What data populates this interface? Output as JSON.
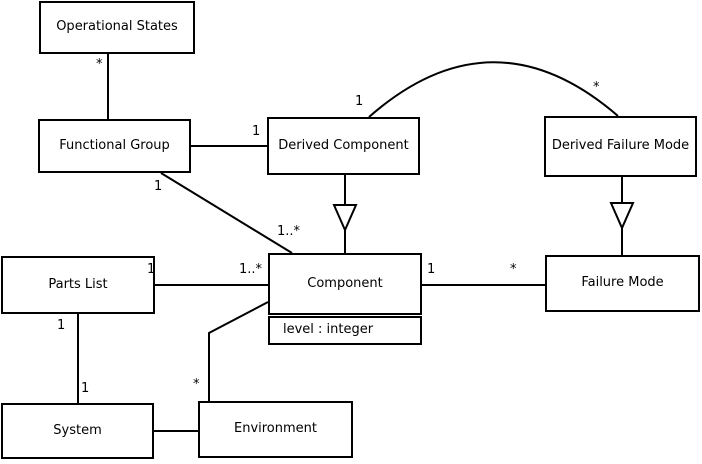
{
  "diagram": {
    "kind": "uml-class-diagram",
    "colors": {
      "line": "#000000",
      "background": "#ffffff",
      "box_fill": "#ffffff",
      "text": "#000000"
    },
    "nodes": [
      {
        "id": "operational-states",
        "label": "Operational States"
      },
      {
        "id": "functional-group",
        "label": "Functional Group"
      },
      {
        "id": "derived-component",
        "label": "Derived Component"
      },
      {
        "id": "derived-failure-mode",
        "label": "Derived Failure Mode"
      },
      {
        "id": "parts-list",
        "label": "Parts List"
      },
      {
        "id": "component",
        "label": "Component",
        "attributes": [
          "level : integer"
        ]
      },
      {
        "id": "failure-mode",
        "label": "Failure Mode"
      },
      {
        "id": "system",
        "label": "System"
      },
      {
        "id": "environment",
        "label": "Environment"
      }
    ],
    "edges": [
      {
        "from": "Operational States",
        "to": "Functional Group",
        "source_label": "*"
      },
      {
        "from": "Functional Group",
        "to": "Derived Component",
        "target_label": "1"
      },
      {
        "from": "Functional Group",
        "to": "Component",
        "source_label": "1",
        "target_label": "1..*"
      },
      {
        "from": "Derived Component",
        "to": "Derived Failure Mode",
        "source_label": "1",
        "target_label": "*",
        "shape": "arc"
      },
      {
        "from": "Parts List",
        "to": "Component",
        "source_label": "1",
        "target_label": "1..*"
      },
      {
        "from": "Parts List",
        "to": "System",
        "source_label": "1",
        "target_label": "1"
      },
      {
        "from": "Component",
        "to": "Failure Mode",
        "source_label": "1",
        "target_label": "*"
      },
      {
        "from": "Component",
        "to": "Environment",
        "target_label": "*"
      },
      {
        "from": "System",
        "to": "Environment"
      },
      {
        "from": "Derived Component",
        "to": "Component",
        "type": "generalization"
      },
      {
        "from": "Derived Failure Mode",
        "to": "Failure Mode",
        "type": "generalization"
      }
    ]
  }
}
